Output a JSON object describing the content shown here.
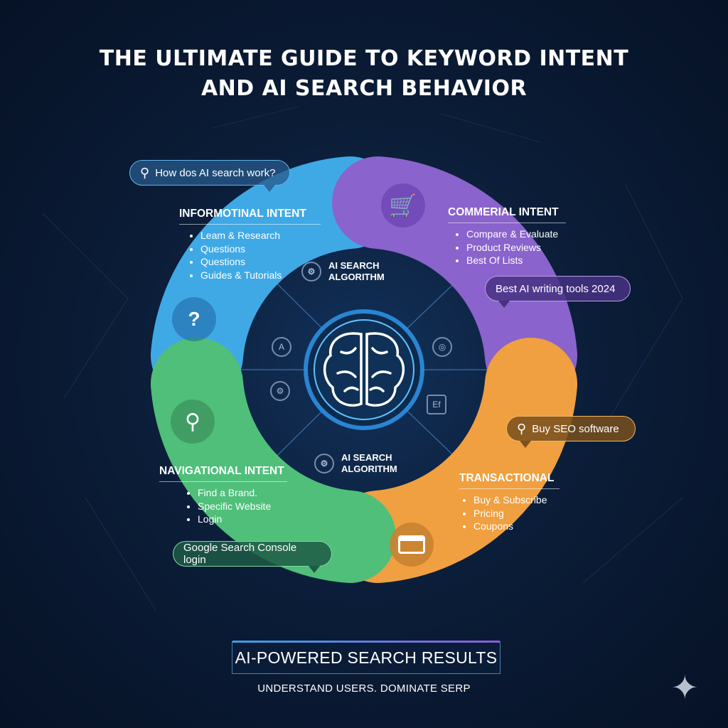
{
  "title": {
    "line1": "THE ULTIMATE GUIDE TO KEYWORD INTENT",
    "line2": "AND AI SEARCH BEHAVIOR"
  },
  "colors": {
    "informational": "#3fa9e6",
    "commercial": "#8a63cc",
    "navigational": "#4fbf7a",
    "transactional": "#f0a040",
    "background": "#0b1d38"
  },
  "sections": {
    "informational": {
      "title": "INFORMOTINAL INTENT",
      "items": [
        "Leam & Research",
        "Questions",
        "Questions",
        "Guides & Tutorials"
      ],
      "query": "How dos AI search work?",
      "icon": "question-icon"
    },
    "commercial": {
      "title": "COMMERIAL INTENT",
      "items": [
        "Compare & Evaluate",
        "Product Reviews",
        "Best Of Lists"
      ],
      "query": "Best AI writing tools 2024",
      "icon": "cart-icon"
    },
    "navigational": {
      "title": "NAVIGATIONAL INTENT",
      "items": [
        "Find a Brand.",
        "Specific Website",
        "Login"
      ],
      "query": "Google Search Console login",
      "icon": "location-pin-icon"
    },
    "transactional": {
      "title": "TRANSACTIONAL",
      "items": [
        "Buy & Subscribe",
        "Pricing",
        "Coupons"
      ],
      "query": "Buy SEO software",
      "icon": "credit-card-icon"
    }
  },
  "center": {
    "algo_top": {
      "line1": "AI SEARCH",
      "line2": "ALGORITHM"
    },
    "algo_bottom": {
      "line1": "AI SEARCH",
      "line2": "ALGORITHM"
    },
    "icon_a": "A",
    "icon_ef": "Ef"
  },
  "footer": {
    "box": "AI-POWERED SEARCH RESULTS",
    "tagline": "UNDERSTAND USERS. DOMINATE SERP"
  }
}
